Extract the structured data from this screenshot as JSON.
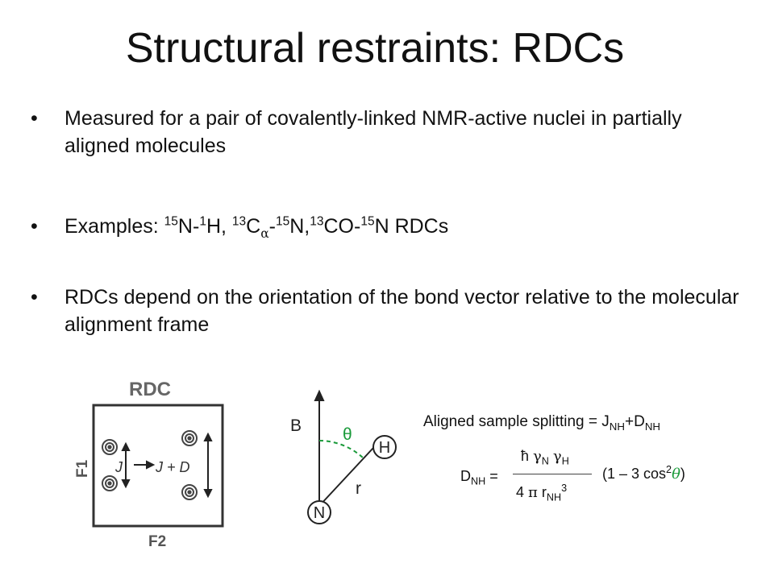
{
  "title": "Structural restraints: RDCs",
  "bullets": {
    "b1": "Measured for a pair of covalently-linked NMR-active nuclei in partially aligned molecules",
    "b2": {
      "lead": "Examples: ",
      "n15": "15",
      "n_text": "N-",
      "h1": "1",
      "h_text": "H, ",
      "c13": "13",
      "c_text": "C",
      "alpha": "α",
      "dash": "-",
      "n15b": "15",
      "nb_text": "N,",
      "co13": "13",
      "co_text": "CO-",
      "n15c": "15",
      "tail": "N RDCs"
    },
    "b3": "RDCs depend on the orientation of the bond vector relative to the molecular alignment frame",
    "bullet_char": "•"
  },
  "spectrum": {
    "header": "RDC",
    "f1": "F1",
    "f2": "F2",
    "j": "J",
    "jd": "J + D"
  },
  "vector": {
    "B": "B",
    "theta": "θ",
    "H": "H",
    "N": "N",
    "r": "r",
    "theta_color": "#1a9a3a"
  },
  "equation": {
    "splitting_lead": "Aligned sample splitting = J",
    "sub_nh": "NH",
    "plus_d": "+D",
    "sub_nh2": "NH",
    "d": "D",
    "d_sub": "NH",
    "equals": " =",
    "hbar": "ħ",
    "gamma": "γ",
    "gn_sub": "N",
    "gh_sub": "H",
    "four": "4 ",
    "pi": "π",
    "r": " r",
    "r_sub": "NH",
    "r_sup": "3",
    "factor_lead": "(1 – 3 cos",
    "factor_sup": "2",
    "factor_theta": "θ",
    "factor_tail": ")",
    "theta_color": "#1a9a3a"
  }
}
